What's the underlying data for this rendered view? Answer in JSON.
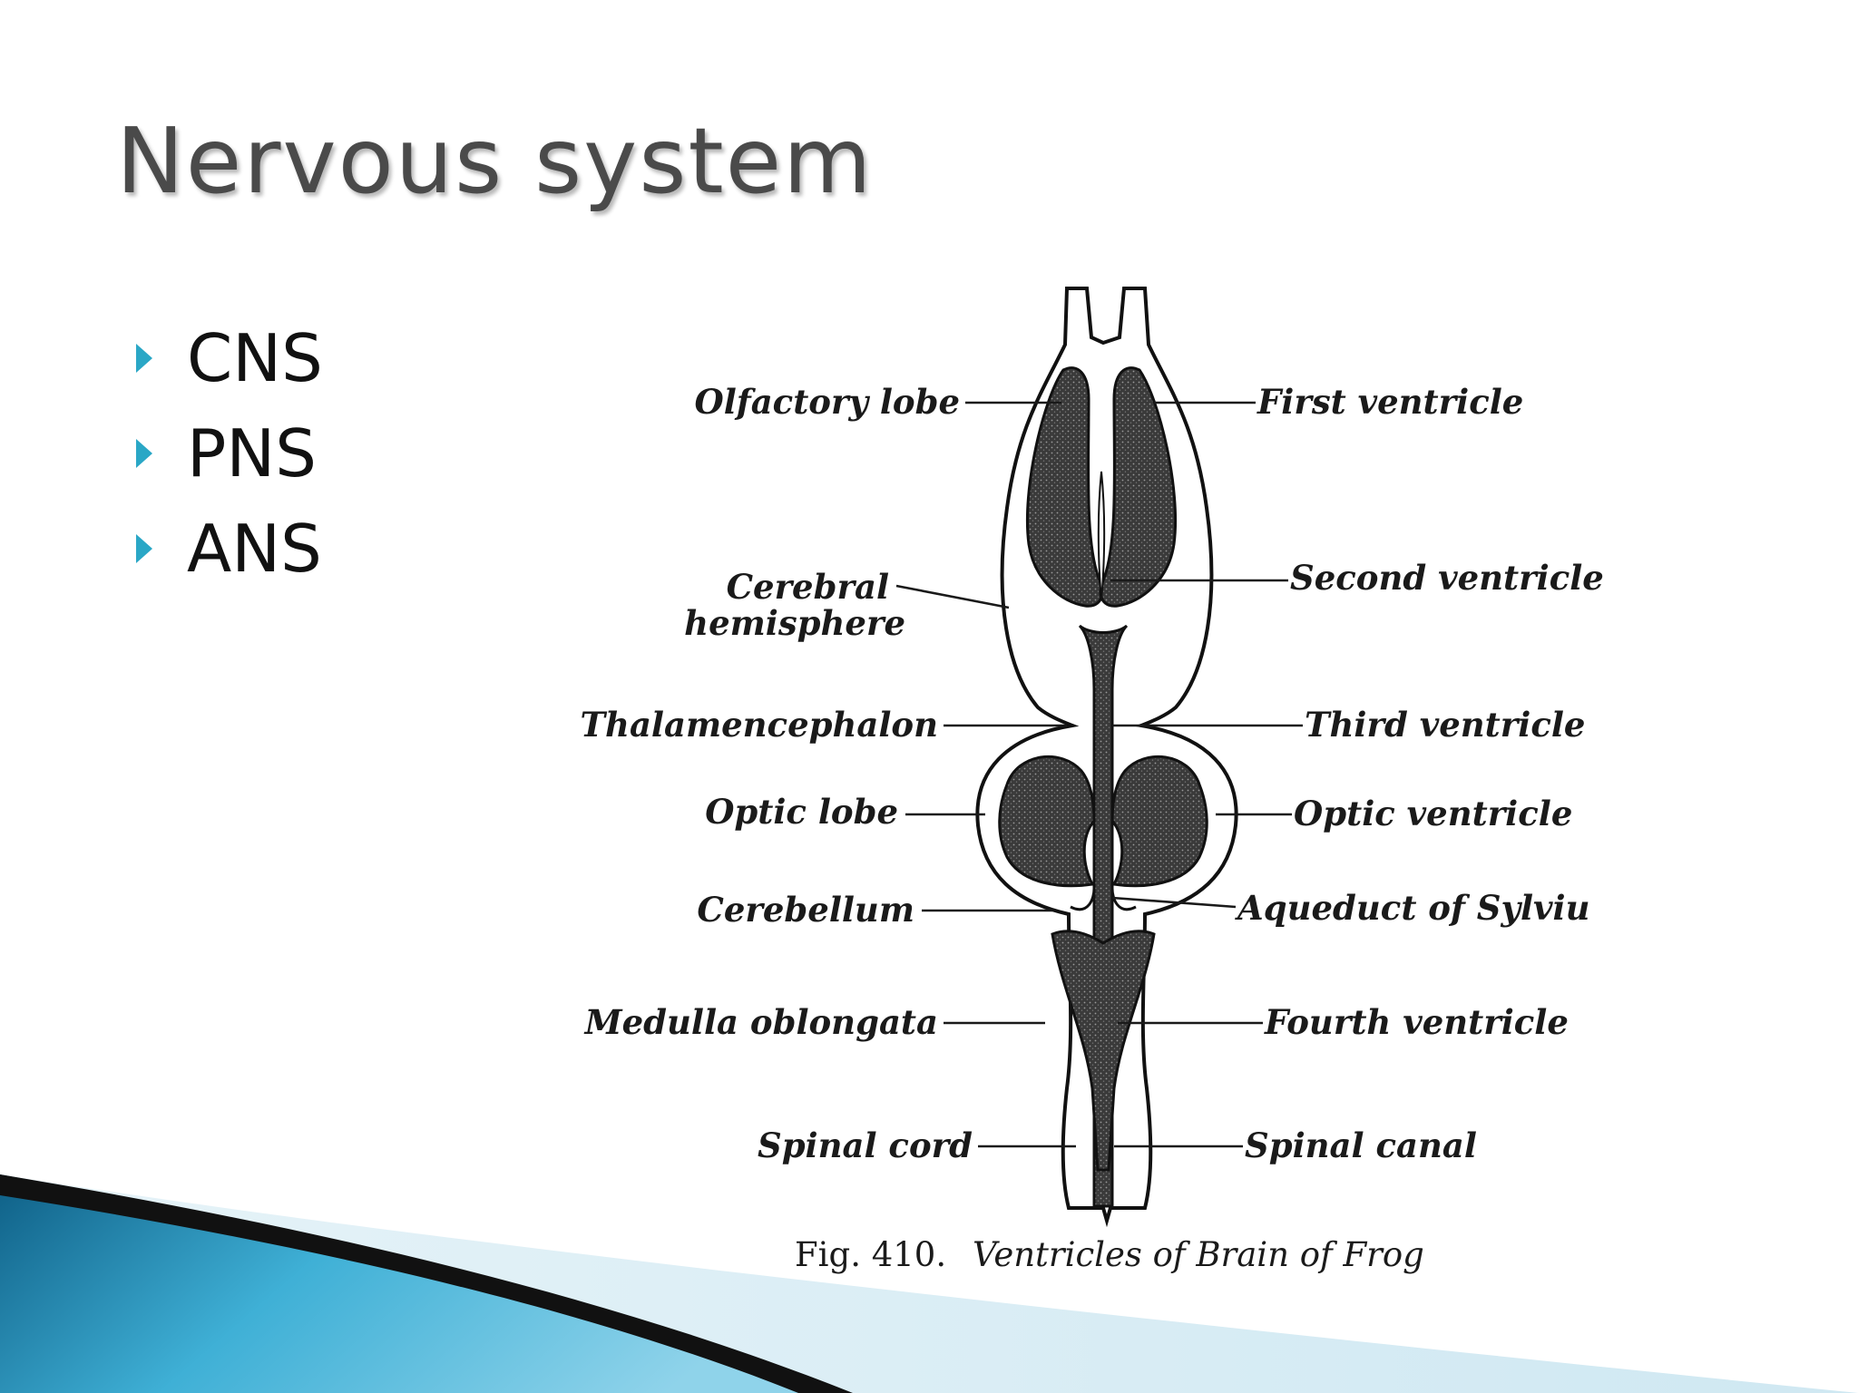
{
  "slide": {
    "title": "Nervous system",
    "bullets": [
      "CNS",
      "PNS",
      "ANS"
    ],
    "accent_color": "#2aa7c6",
    "bullet_icon": "triangle-right-icon"
  },
  "figure": {
    "labels_left": {
      "olfactory_lobe": "Olfactory lobe",
      "cerebral": "Cerebral",
      "hemisphere": "hemisphere",
      "thalamencephalon": "Thalamencephalon",
      "optic_lobe": "Optic lobe",
      "cerebellum": "Cerebellum",
      "medulla_oblongata": "Medulla oblongata",
      "spinal_cord": "Spinal cord"
    },
    "labels_right": {
      "first_ventricle": "First ventricle",
      "second_ventricle": "Second ventricle",
      "third_ventricle": "Third ventricle",
      "optic_ventricle": "Optic ventricle",
      "aqueduct": "Aqueduct of Sylviu",
      "fourth_ventricle": "Fourth ventricle",
      "spinal_canal": "Spinal canal"
    },
    "caption_number": "Fig. 410.",
    "caption_text": "Ventricles of Brain of Frog"
  }
}
